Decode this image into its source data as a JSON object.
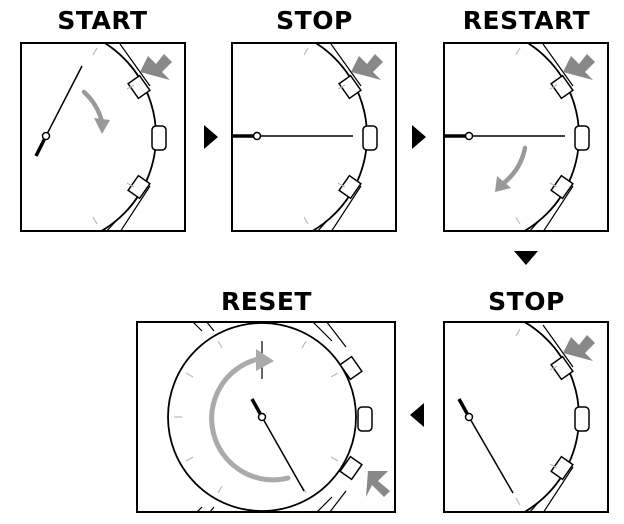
{
  "steps": [
    {
      "label": "START"
    },
    {
      "label": "STOP"
    },
    {
      "label": "RESTART"
    },
    {
      "label": "STOP"
    },
    {
      "label": "RESET"
    }
  ],
  "colors": {
    "line": "#000000",
    "gray_arrow": "#999999",
    "tick": "#bbbbbb"
  },
  "icons": [
    "push-arrow-icon",
    "rotation-arrow-icon",
    "flow-arrow-right-icon",
    "flow-arrow-down-icon",
    "flow-arrow-left-icon"
  ]
}
